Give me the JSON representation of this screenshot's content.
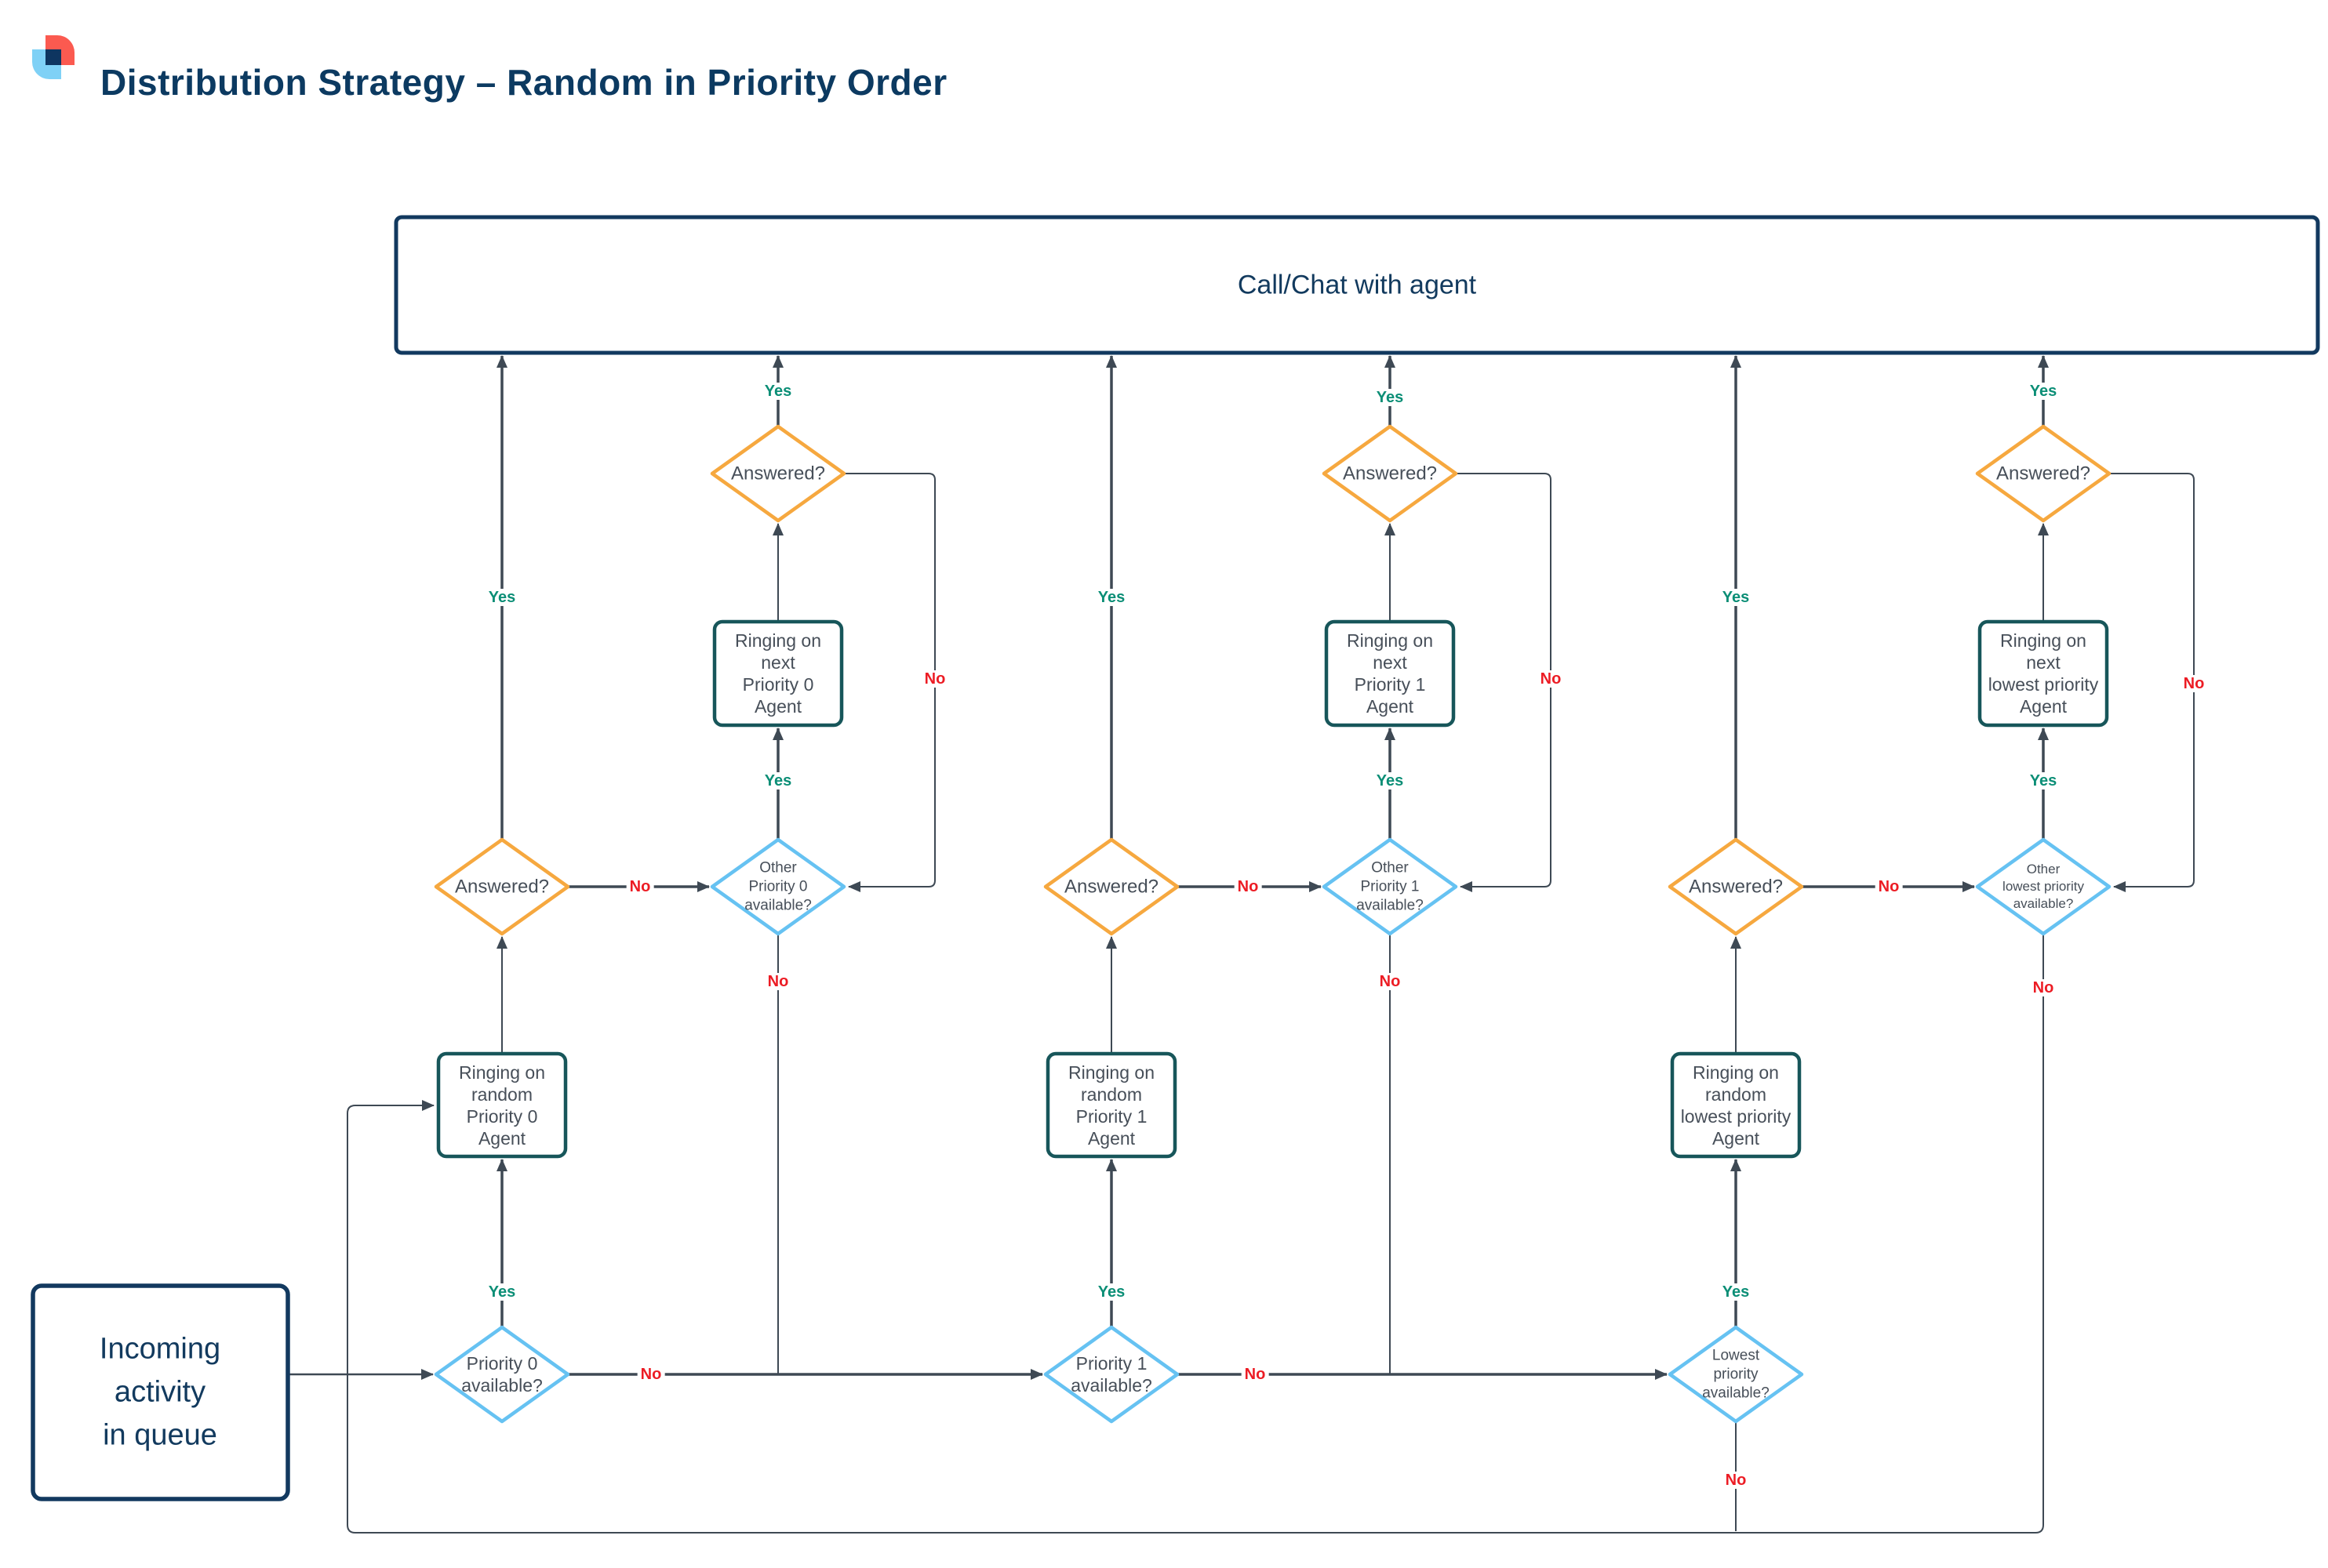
{
  "title": "Distribution Strategy – Random in Priority Order",
  "branch_labels": {
    "yes": "Yes",
    "no": "No"
  },
  "nodes": {
    "call_chat": "Call/Chat with agent",
    "incoming": "Incoming\nactivity\nin queue"
  },
  "groups": [
    {
      "name": "priority-0",
      "available": "Priority 0\navailable?",
      "ringing_random": "Ringing on\nrandom\nPriority 0\nAgent",
      "answered": "Answered?",
      "other_available": "Other\nPriority 0\navailable?",
      "ringing_next": "Ringing on\nnext\nPriority 0\nAgent",
      "answered_next": "Answered?"
    },
    {
      "name": "priority-1",
      "available": "Priority 1\navailable?",
      "ringing_random": "Ringing on\nrandom\nPriority 1\nAgent",
      "answered": "Answered?",
      "other_available": "Other\nPriority 1\navailable?",
      "ringing_next": "Ringing on\nnext\nPriority 1\nAgent",
      "answered_next": "Answered?"
    },
    {
      "name": "lowest-priority",
      "available": "Lowest\npriority\navailable?",
      "ringing_random": "Ringing on\nrandom\nlowest priority\nAgent",
      "answered": "Answered?",
      "other_available": "Other\nlowest priority\navailable?",
      "ringing_next": "Ringing on\nnext\nlowest priority\nAgent",
      "answered_next": "Answered?"
    }
  ],
  "colors": {
    "navy": "#0c3a61",
    "teal_box_border": "#17565a",
    "orange_diamond": "#f6a83f",
    "blue_diamond": "#66c2f2",
    "connector": "#3e4954",
    "yes_label": "#0b8e76",
    "no_label": "#ec1c24",
    "node_text": "#474f59",
    "logo_red": "#fb5a50",
    "logo_blue": "#7fd1f6"
  }
}
